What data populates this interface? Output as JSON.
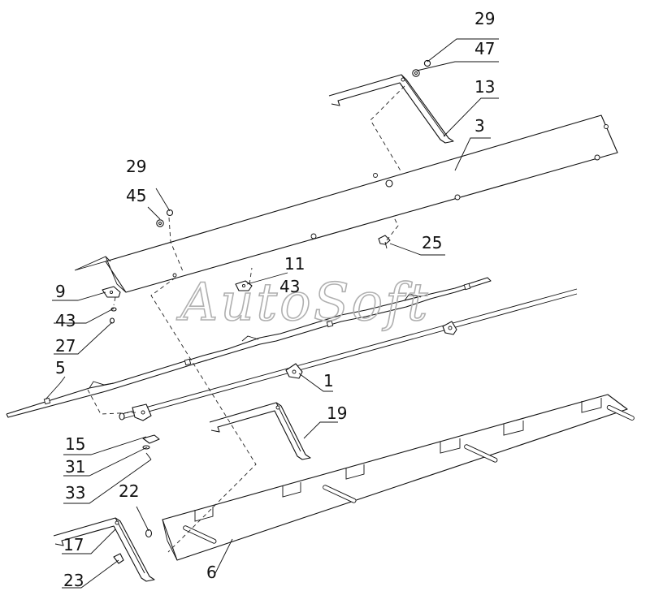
{
  "watermark": "AutoSoft",
  "labels": {
    "l29a": "29",
    "l47": "47",
    "l13": "13",
    "l3": "3",
    "l29b": "29",
    "l45": "45",
    "l25": "25",
    "l11": "11",
    "l43b": "43",
    "l9": "9",
    "l43": "43",
    "l27": "27",
    "l5": "5",
    "l1": "1",
    "l19": "19",
    "l15": "15",
    "l31": "31",
    "l33": "33",
    "l22": "22",
    "l17": "17",
    "l23": "23",
    "l6": "6"
  }
}
